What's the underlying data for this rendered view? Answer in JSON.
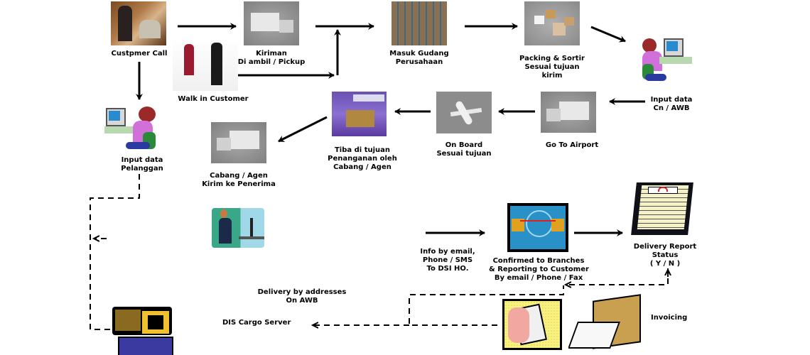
{
  "title": "DSI Cargo Delivery Process Flow",
  "nodes": {
    "customer_call": {
      "label": "Custpmer Call",
      "image": "business-people-photo"
    },
    "walk_in": {
      "label": "Walk in Customer",
      "image": "handshake-photo"
    },
    "pickup": {
      "label": "Kiriman\nDi ambil / Pickup",
      "image": "delivery-truck-photo"
    },
    "warehouse": {
      "label": "Masuk Gudang\nPerusahaan",
      "image": "warehouse-shelves-photo"
    },
    "packing": {
      "label": "Packing & Sortir\nSesuai tujuan\nkirim",
      "image": "boxes-photo"
    },
    "input_cn": {
      "label": "Input data\nCn / AWB",
      "image": "woman-at-computer-clipart"
    },
    "airport": {
      "label": "Go To Airport",
      "image": "delivery-truck-photo"
    },
    "on_board": {
      "label": "On Board\nSesuai tujuan",
      "image": "airplane-photo"
    },
    "arrival": {
      "label": "Tiba di tujuan\nPenanganan oleh\nCabang / Agen",
      "image": "cargo-loader-photo"
    },
    "branch": {
      "label": "Cabang / Agen\nKirim ke Penerima",
      "image": "delivery-truck-photo"
    },
    "input_customer": {
      "label": "Input data\nPelanggan",
      "image": "woman-at-computer-clipart"
    },
    "operator": {
      "label": "",
      "image": "man-at-computer-illustration"
    },
    "info": {
      "label": "Info by email,\nPhone / SMS\nTo DSI HO."
    },
    "confirmed": {
      "label": "Confirmed to Branches\n& Reporting to Customer\nBy email / Phone / Fax",
      "image": "network-computers-clipart"
    },
    "report": {
      "label": "Delivery Report\nStatus\n( Y / N )",
      "image": "clipboard-report-clipart"
    },
    "delivery": {
      "label": "Delivery by addresses\nOn AWB"
    },
    "server": {
      "label": "DIS Cargo Server",
      "image": "server-computer-clipart"
    },
    "invoicing": {
      "label": "Invoicing",
      "image": "calculator-printer-clipart"
    }
  },
  "colors": {
    "arrow": "#000000",
    "photo_gray": "#8c8c8c"
  }
}
